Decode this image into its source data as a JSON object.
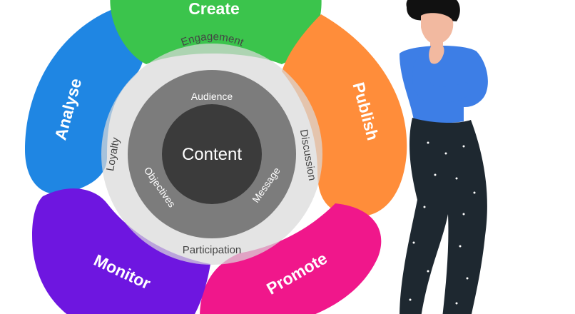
{
  "diagram": {
    "center": {
      "label": "Content",
      "color": "#3b3b3b"
    },
    "petals": [
      {
        "label": "Create",
        "color": "#3bc44c"
      },
      {
        "label": "Publish",
        "color": "#ff8d3a"
      },
      {
        "label": "Promote",
        "color": "#f0178b"
      },
      {
        "label": "Monitor",
        "color": "#6e16e0"
      },
      {
        "label": "Analyse",
        "color": "#1f86e3"
      }
    ],
    "outer_ring": {
      "color": "#d9d9d9",
      "labels": [
        "Engagement",
        "Discussion",
        "Participation",
        "Loyalty"
      ]
    },
    "inner_ring": {
      "color": "#7c7c7c",
      "labels": [
        "Audience",
        "Message",
        "Objectives"
      ]
    }
  },
  "illustration": {
    "icon": "thinking-person-illustration",
    "shirt_color": "#3d7ee6",
    "pants_color": "#1e2830",
    "skin_color": "#f2b9a0",
    "hair_color": "#111111"
  }
}
